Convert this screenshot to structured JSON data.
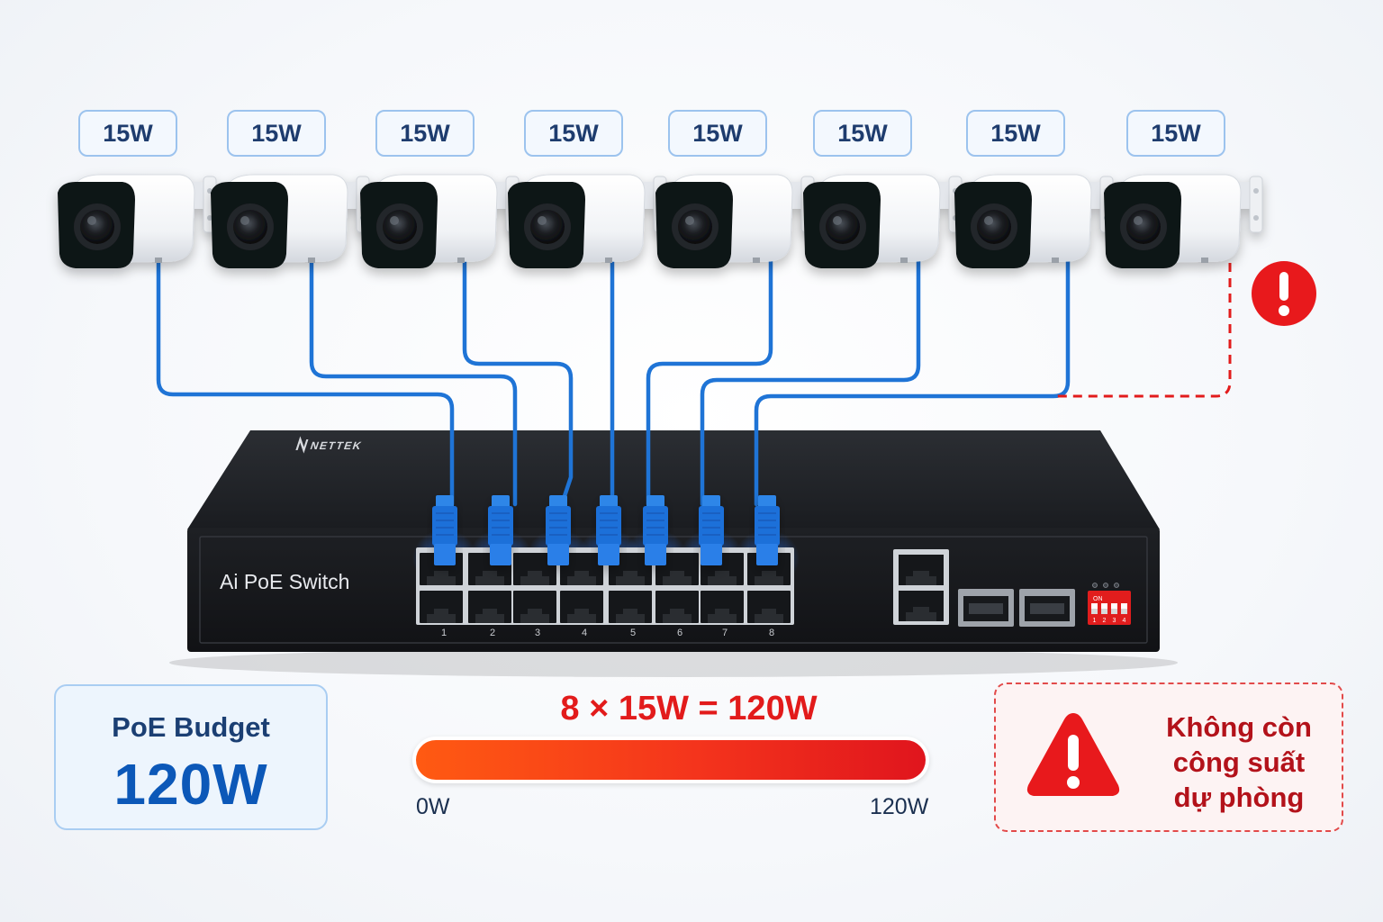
{
  "cameras": [
    {
      "power": "15W"
    },
    {
      "power": "15W"
    },
    {
      "power": "15W"
    },
    {
      "power": "15W"
    },
    {
      "power": "15W"
    },
    {
      "power": "15W"
    },
    {
      "power": "15W"
    },
    {
      "power": "15W"
    }
  ],
  "switch": {
    "brand": "NETTEK",
    "model_label": "Ai PoE Switch",
    "port_numbers": [
      "1",
      "2",
      "3",
      "4",
      "5",
      "6",
      "7",
      "8"
    ],
    "dip_labels": [
      "1",
      "2",
      "3",
      "4"
    ],
    "dip_on_label": "ON"
  },
  "budget": {
    "title": "PoE Budget",
    "value": "120W"
  },
  "calculation": {
    "formula": "8 × 15W = 120W",
    "bar_min": "0W",
    "bar_max": "120W",
    "bar_fill_fraction": 1.0
  },
  "warning": {
    "line1": "Không còn",
    "line2": "công suất",
    "line3": "dự phòng"
  },
  "colors": {
    "cable": "#1f74d6",
    "warning_red": "#e21b1b",
    "budget_blue": "#0c58b8",
    "switch_body": "#1c1e22"
  },
  "icons": {
    "overload_alert": "exclamation-circle-icon",
    "warning": "warning-triangle-icon"
  }
}
